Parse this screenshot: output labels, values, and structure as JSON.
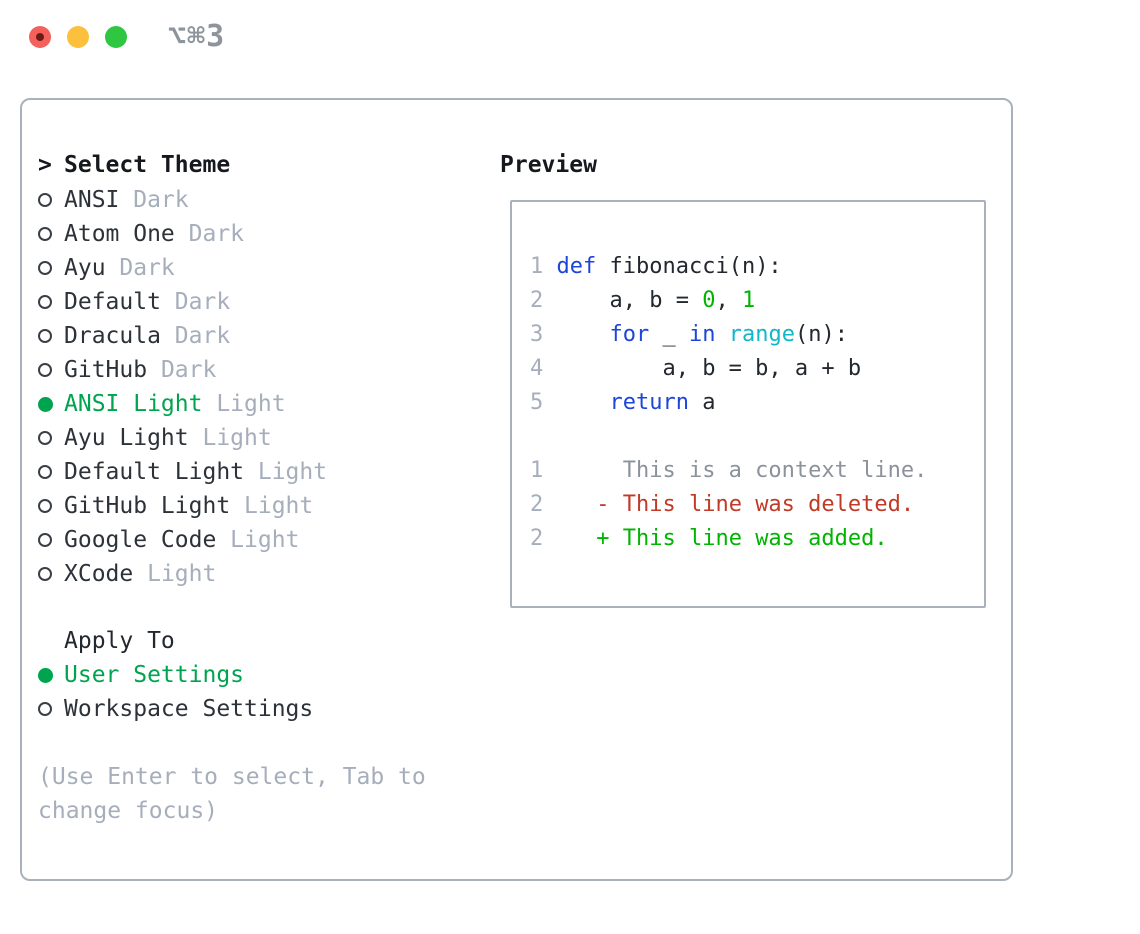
{
  "titlebar": {
    "shortcut": "⌥⌘3",
    "traffic_colors": {
      "red": "#f4615c",
      "red_dot": "#6b1d15",
      "yellow": "#fcc03c",
      "green": "#2fc642"
    }
  },
  "colors": {
    "accent_green": "#00a44f",
    "keyword_blue": "#1c45d9",
    "function_cyan": "#0fb8c9",
    "code_number_green": "#00b400",
    "diff_added_green": "#00b400",
    "diff_deleted_red": "#c13a27",
    "context_gray": "#8b929c",
    "muted_gray": "#a6aebb",
    "border_gray": "#a9b1bd",
    "text_dark": "#2d3239",
    "heading_dark": "#15181d"
  },
  "left": {
    "header_marker": ">",
    "header": "Select Theme",
    "themes": [
      {
        "name": "ANSI",
        "variant": "Dark",
        "selected": false
      },
      {
        "name": "Atom One",
        "variant": "Dark",
        "selected": false
      },
      {
        "name": "Ayu",
        "variant": "Dark",
        "selected": false
      },
      {
        "name": "Default",
        "variant": "Dark",
        "selected": false
      },
      {
        "name": "Dracula",
        "variant": "Dark",
        "selected": false
      },
      {
        "name": "GitHub",
        "variant": "Dark",
        "selected": false
      },
      {
        "name": "ANSI Light",
        "variant": "Light",
        "selected": true
      },
      {
        "name": "Ayu Light",
        "variant": "Light",
        "selected": false
      },
      {
        "name": "Default Light",
        "variant": "Light",
        "selected": false
      },
      {
        "name": "GitHub Light",
        "variant": "Light",
        "selected": false
      },
      {
        "name": "Google Code",
        "variant": "Light",
        "selected": false
      },
      {
        "name": "XCode",
        "variant": "Light",
        "selected": false
      }
    ],
    "apply_header": "Apply To",
    "apply_options": [
      {
        "name": "User Settings",
        "selected": true
      },
      {
        "name": "Workspace Settings",
        "selected": false
      }
    ],
    "help": [
      "(Use Enter to select, Tab to",
      "change focus)"
    ]
  },
  "preview": {
    "title": "Preview",
    "lines": [
      {
        "num": "1",
        "segments": [
          {
            "text": "def",
            "cls": "kw"
          },
          {
            "text": " fibonacci(n):",
            "cls": "plain"
          }
        ]
      },
      {
        "num": "2",
        "segments": [
          {
            "text": "    a, b = ",
            "cls": "plain"
          },
          {
            "text": "0",
            "cls": "num"
          },
          {
            "text": ", ",
            "cls": "plain"
          },
          {
            "text": "1",
            "cls": "num"
          }
        ]
      },
      {
        "num": "3",
        "segments": [
          {
            "text": "    ",
            "cls": "plain"
          },
          {
            "text": "for",
            "cls": "kw"
          },
          {
            "text": " _ ",
            "cls": "plain"
          },
          {
            "text": "in",
            "cls": "kw"
          },
          {
            "text": " ",
            "cls": "plain"
          },
          {
            "text": "range",
            "cls": "fn"
          },
          {
            "text": "(n):",
            "cls": "plain"
          }
        ]
      },
      {
        "num": "4",
        "segments": [
          {
            "text": "        a, b = b, a + b",
            "cls": "plain"
          }
        ]
      },
      {
        "num": "5",
        "segments": [
          {
            "text": "    ",
            "cls": "plain"
          },
          {
            "text": "return",
            "cls": "kw"
          },
          {
            "text": " a",
            "cls": "plain"
          }
        ]
      },
      {
        "num": "",
        "segments": []
      },
      {
        "num": "1",
        "segments": [
          {
            "text": "     This is a context line.",
            "cls": "ctx"
          }
        ]
      },
      {
        "num": "2",
        "segments": [
          {
            "text": "   ",
            "cls": "plain"
          },
          {
            "text": "- This line was deleted.",
            "cls": "del"
          }
        ]
      },
      {
        "num": "2",
        "segments": [
          {
            "text": "   ",
            "cls": "plain"
          },
          {
            "text": "+ This line was added.",
            "cls": "add"
          }
        ]
      }
    ]
  }
}
